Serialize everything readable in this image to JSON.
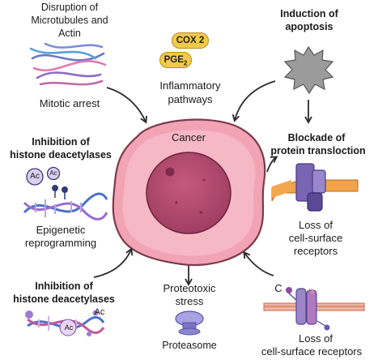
{
  "center": {
    "label": "Cancer"
  },
  "top_left": {
    "title_line1": "Disruption of",
    "title_line2": "Microtubules and",
    "title_line3": "Actin",
    "caption": "Mitotic arrest"
  },
  "top_center": {
    "pill1": "COX 2",
    "pill2_main": "PGE",
    "pill2_sub": "2",
    "caption_line1": "Inflammatory",
    "caption_line2": "pathways"
  },
  "top_right": {
    "title_line1": "Induction of",
    "title_line2": "apoptosis"
  },
  "right_middle": {
    "title_line1": "Blockade of",
    "title_line2": "protein transloction",
    "caption_line1": "Loss of",
    "caption_line2": "cell-surface",
    "caption_line3": "receptors"
  },
  "left_middle": {
    "title_line1": "Inhibition of",
    "title_line2": "histone deacetylases",
    "badge1": "Ac",
    "badge2": "Ac",
    "caption_line1": "Epigenetic",
    "caption_line2": "reprogramming"
  },
  "bottom_left": {
    "title_line1": "Inhibition of",
    "title_line2": "histone deacetylases",
    "tag1": "Ac",
    "tag2": "Ac"
  },
  "bottom_center": {
    "caption_line1": "Proteotoxic",
    "caption_line2": "stress",
    "label": "Proteasome"
  },
  "bottom_right": {
    "tag": "C",
    "caption_line1": "Loss of",
    "caption_line2": "cell-surface receptors"
  }
}
